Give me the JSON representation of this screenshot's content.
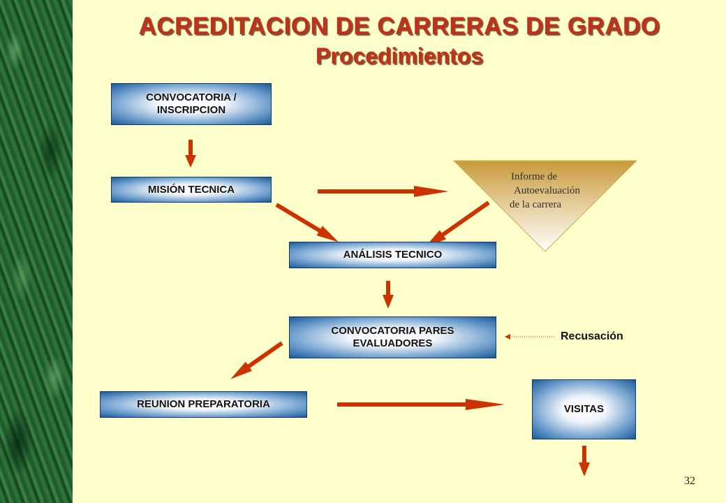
{
  "title": "ACREDITACION DE CARRERAS DE GRADO",
  "subtitle": "Procedimientos",
  "boxes": {
    "convocatoria": "CONVOCATORIA /\nINSCRIPCION",
    "mision": "MISIÓN TECNICA",
    "analisis": "ANÁLISIS TECNICO",
    "pares": "CONVOCATORIA PARES\nEVALUADORES",
    "reunion": "REUNION PREPARATORIA",
    "visitas": "VISITAS"
  },
  "informe": {
    "line1": "Informe de",
    "line2": "Autoevaluación",
    "line3": "de la carrera"
  },
  "recusacion": "Recusación",
  "page_number": "32",
  "colors": {
    "title": "#C0301A",
    "arrow": "#CC3300",
    "background": "#FFFFCC",
    "box_edge": "#1d5a98"
  }
}
